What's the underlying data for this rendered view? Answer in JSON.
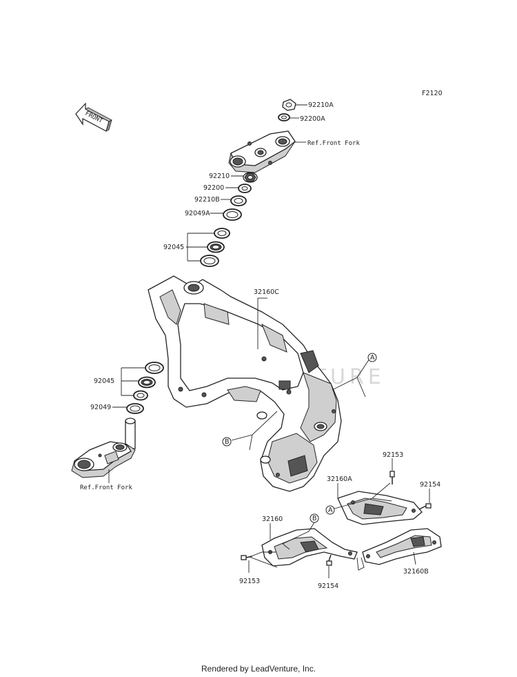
{
  "diagram_id": "F2120",
  "front_label": "FRONT",
  "watermark": "LEADVENTURE",
  "callouts": {
    "c92210A": "92210A",
    "c92200A": "92200A",
    "refFrontForkTop": "Ref.Front Fork",
    "c92210": "92210",
    "c92200": "92200",
    "c92210B": "92210B",
    "c92049A": "92049A",
    "c92045Top": "92045",
    "c32160C": "32160C",
    "c92045Bottom": "92045",
    "c92049": "92049",
    "refFrontForkBottom": "Ref.Front Fork",
    "c92153Top": "92153",
    "c92154Right": "92154",
    "c32160A": "32160A",
    "c32160": "32160",
    "c92153Bottom": "92153",
    "c92154Bottom": "92154",
    "c32160B": "32160B"
  },
  "ref_markers": {
    "A_frame": "A",
    "B_frame": "B",
    "A_bracket": "A",
    "B_bracket": "B"
  },
  "footer": "Rendered by LeadVenture, Inc."
}
